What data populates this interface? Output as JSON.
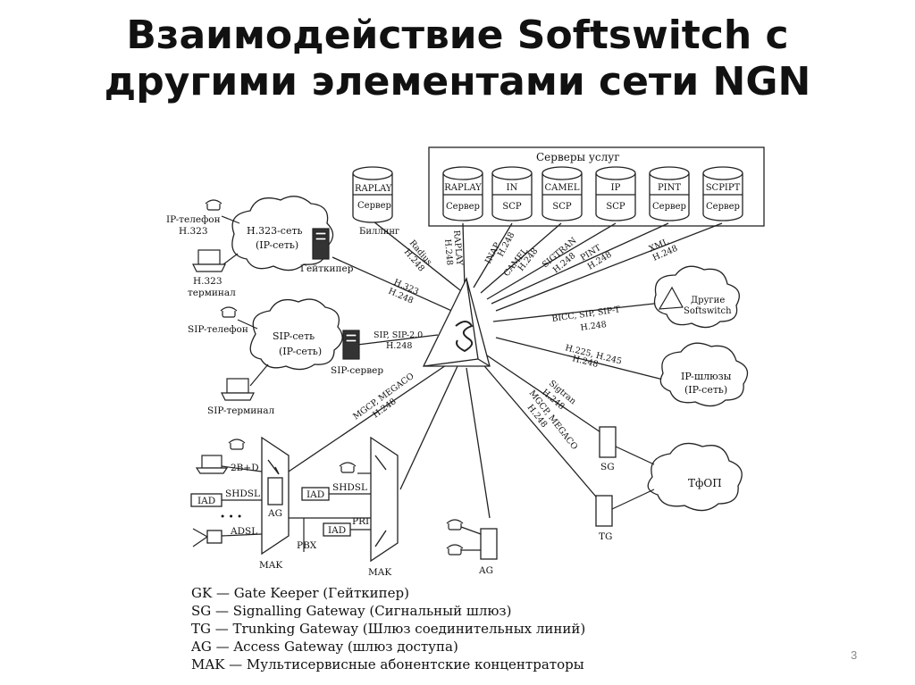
{
  "slide": {
    "title_line1": "Взаимодействие Softswitch с",
    "title_line2": "другими элементами сети NGN",
    "page_number": "3"
  },
  "diagram": {
    "servers_group_label": "Серверы услуг",
    "servers": [
      {
        "top": "RAPLAY",
        "bottom": "Сервер"
      },
      {
        "top": "IN",
        "bottom": "SCP"
      },
      {
        "top": "CAMEL",
        "bottom": "SCP"
      },
      {
        "top": "IP",
        "bottom": "SCP"
      },
      {
        "top": "PINT",
        "bottom": "Сервер"
      },
      {
        "top": "SCPIPT",
        "bottom": "Сервер"
      }
    ],
    "billing_server": {
      "top": "RAPLAY",
      "bottom": "Сервер",
      "caption": "Биллинг"
    },
    "link_labels": {
      "radius": [
        "Radius",
        "H.248"
      ],
      "raplay": [
        "RAPLAY",
        "H.248"
      ],
      "inap": [
        "INAP",
        "H.248"
      ],
      "camel": [
        "CAMEL",
        "H.248"
      ],
      "sigtran_top": [
        "SIGTRAN",
        "H.248"
      ],
      "pint": [
        "PINT",
        "H.248"
      ],
      "xml": [
        "XML",
        "H.248"
      ],
      "h323": [
        "H.323",
        "H.248"
      ],
      "sip": [
        "SIP, SIP-2.0",
        "H.248"
      ],
      "bicc": [
        "BICC, SIP, SIP-T",
        "H.248"
      ],
      "h225": [
        "H.225, H.245",
        "H.248"
      ],
      "mgcp_left": [
        "MGCP, MEGACO",
        "H.248"
      ],
      "sigtran_bottom": [
        "Sigtran",
        "H.248"
      ],
      "mgcp_right": [
        "MGCP, MEGACO",
        "H.248"
      ]
    },
    "h323_net": [
      "H.323-сеть",
      "(IP-сеть)"
    ],
    "ip_phone": [
      "IP-телефон",
      "H.323"
    ],
    "h323_terminal": [
      "H.323",
      "терминал"
    ],
    "gatekeeper": "Гейткипер",
    "sip_net": [
      "SIP-сеть",
      "(IP-сеть)"
    ],
    "sip_phone": "SIP-телефон",
    "sip_server": "SIP-сервер",
    "sip_terminal": "SIP-терминал",
    "other_softswitch": [
      "Другие",
      "Softswitch"
    ],
    "ip_gateways": [
      "IP-шлюзы",
      "(IP-сеть)"
    ],
    "pstn": "ТфОП",
    "sg": "SG",
    "tg": "TG",
    "ag": "AG",
    "mak": "MAK",
    "pbx": "PBX",
    "iad": "IAD",
    "port_2bd": "2B+D",
    "port_shdsl": "SHDSL",
    "port_adsl": "ADSL",
    "port_pri": "PRI",
    "dots": "• • •"
  },
  "legend": [
    "GK — Gate Keeper (Гейткипер)",
    "SG — Signalling Gateway (Сигнальный шлюз)",
    "TG — Trunking Gateway (Шлюз соединительных линий)",
    "AG — Access Gateway (шлюз доступа)",
    "MAK — Мультисервисные абонентские концентраторы"
  ]
}
